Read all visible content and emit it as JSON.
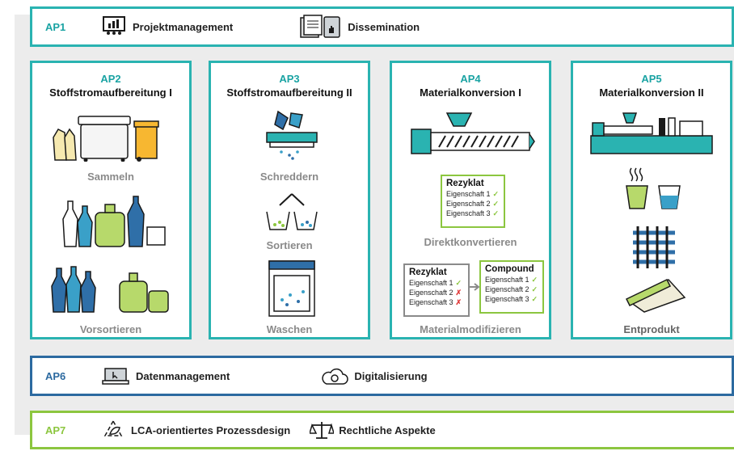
{
  "ap1": {
    "code": "AP1",
    "items": [
      {
        "icon": "presentation-icon",
        "label": "Projektmanagement"
      },
      {
        "icon": "documents-touch-icon",
        "label": "Dissemination"
      }
    ]
  },
  "columns": [
    {
      "code": "AP2",
      "title": "Stoffstromaufbereitung I",
      "steps": [
        "Sammeln",
        "Vorsortieren"
      ]
    },
    {
      "code": "AP3",
      "title": "Stoffstromaufbereitung II",
      "steps": [
        "Schreddern",
        "Sortieren",
        "Waschen"
      ]
    },
    {
      "code": "AP4",
      "title": "Materialkonversion I",
      "steps": [
        "Direktkonvertieren",
        "Materialmodifizieren"
      ],
      "card1": {
        "title": "Rezyklat",
        "rows": [
          "Eigenschaft 1",
          "Eigenschaft 2",
          "Eigenschaft 3"
        ],
        "marks": [
          "✓",
          "✓",
          "✓"
        ]
      },
      "card2": {
        "title": "Rezyklat",
        "rows": [
          "Eigenschaft 1",
          "Eigenschaft 2",
          "Eigenschaft 3"
        ],
        "marks": [
          "✓",
          "✗",
          "✗"
        ]
      },
      "card3": {
        "title": "Compound",
        "rows": [
          "Eigenschaft 1",
          "Eigenschaft 2",
          "Eigenschaft 3"
        ],
        "marks": [
          "✓",
          "✓",
          "✓"
        ]
      }
    },
    {
      "code": "AP5",
      "title": "Materialkonversion II",
      "steps": [
        "Entprodukt"
      ]
    }
  ],
  "ap6": {
    "code": "AP6",
    "items": [
      {
        "icon": "laptop-icon",
        "label": "Datenmanagement"
      },
      {
        "icon": "cloud-sync-icon",
        "label": "Digitalisierung"
      }
    ]
  },
  "ap7": {
    "code": "AP7",
    "items": [
      {
        "icon": "recycle-leaf-icon",
        "label": "LCA-orientiertes Prozessdesign"
      },
      {
        "icon": "scales-icon",
        "label": "Rechtliche Aspekte"
      }
    ]
  },
  "colors": {
    "teal": "#2ab3b1",
    "blue": "#2c6aa0",
    "green": "#8cc63f",
    "gray": "#ececec"
  }
}
